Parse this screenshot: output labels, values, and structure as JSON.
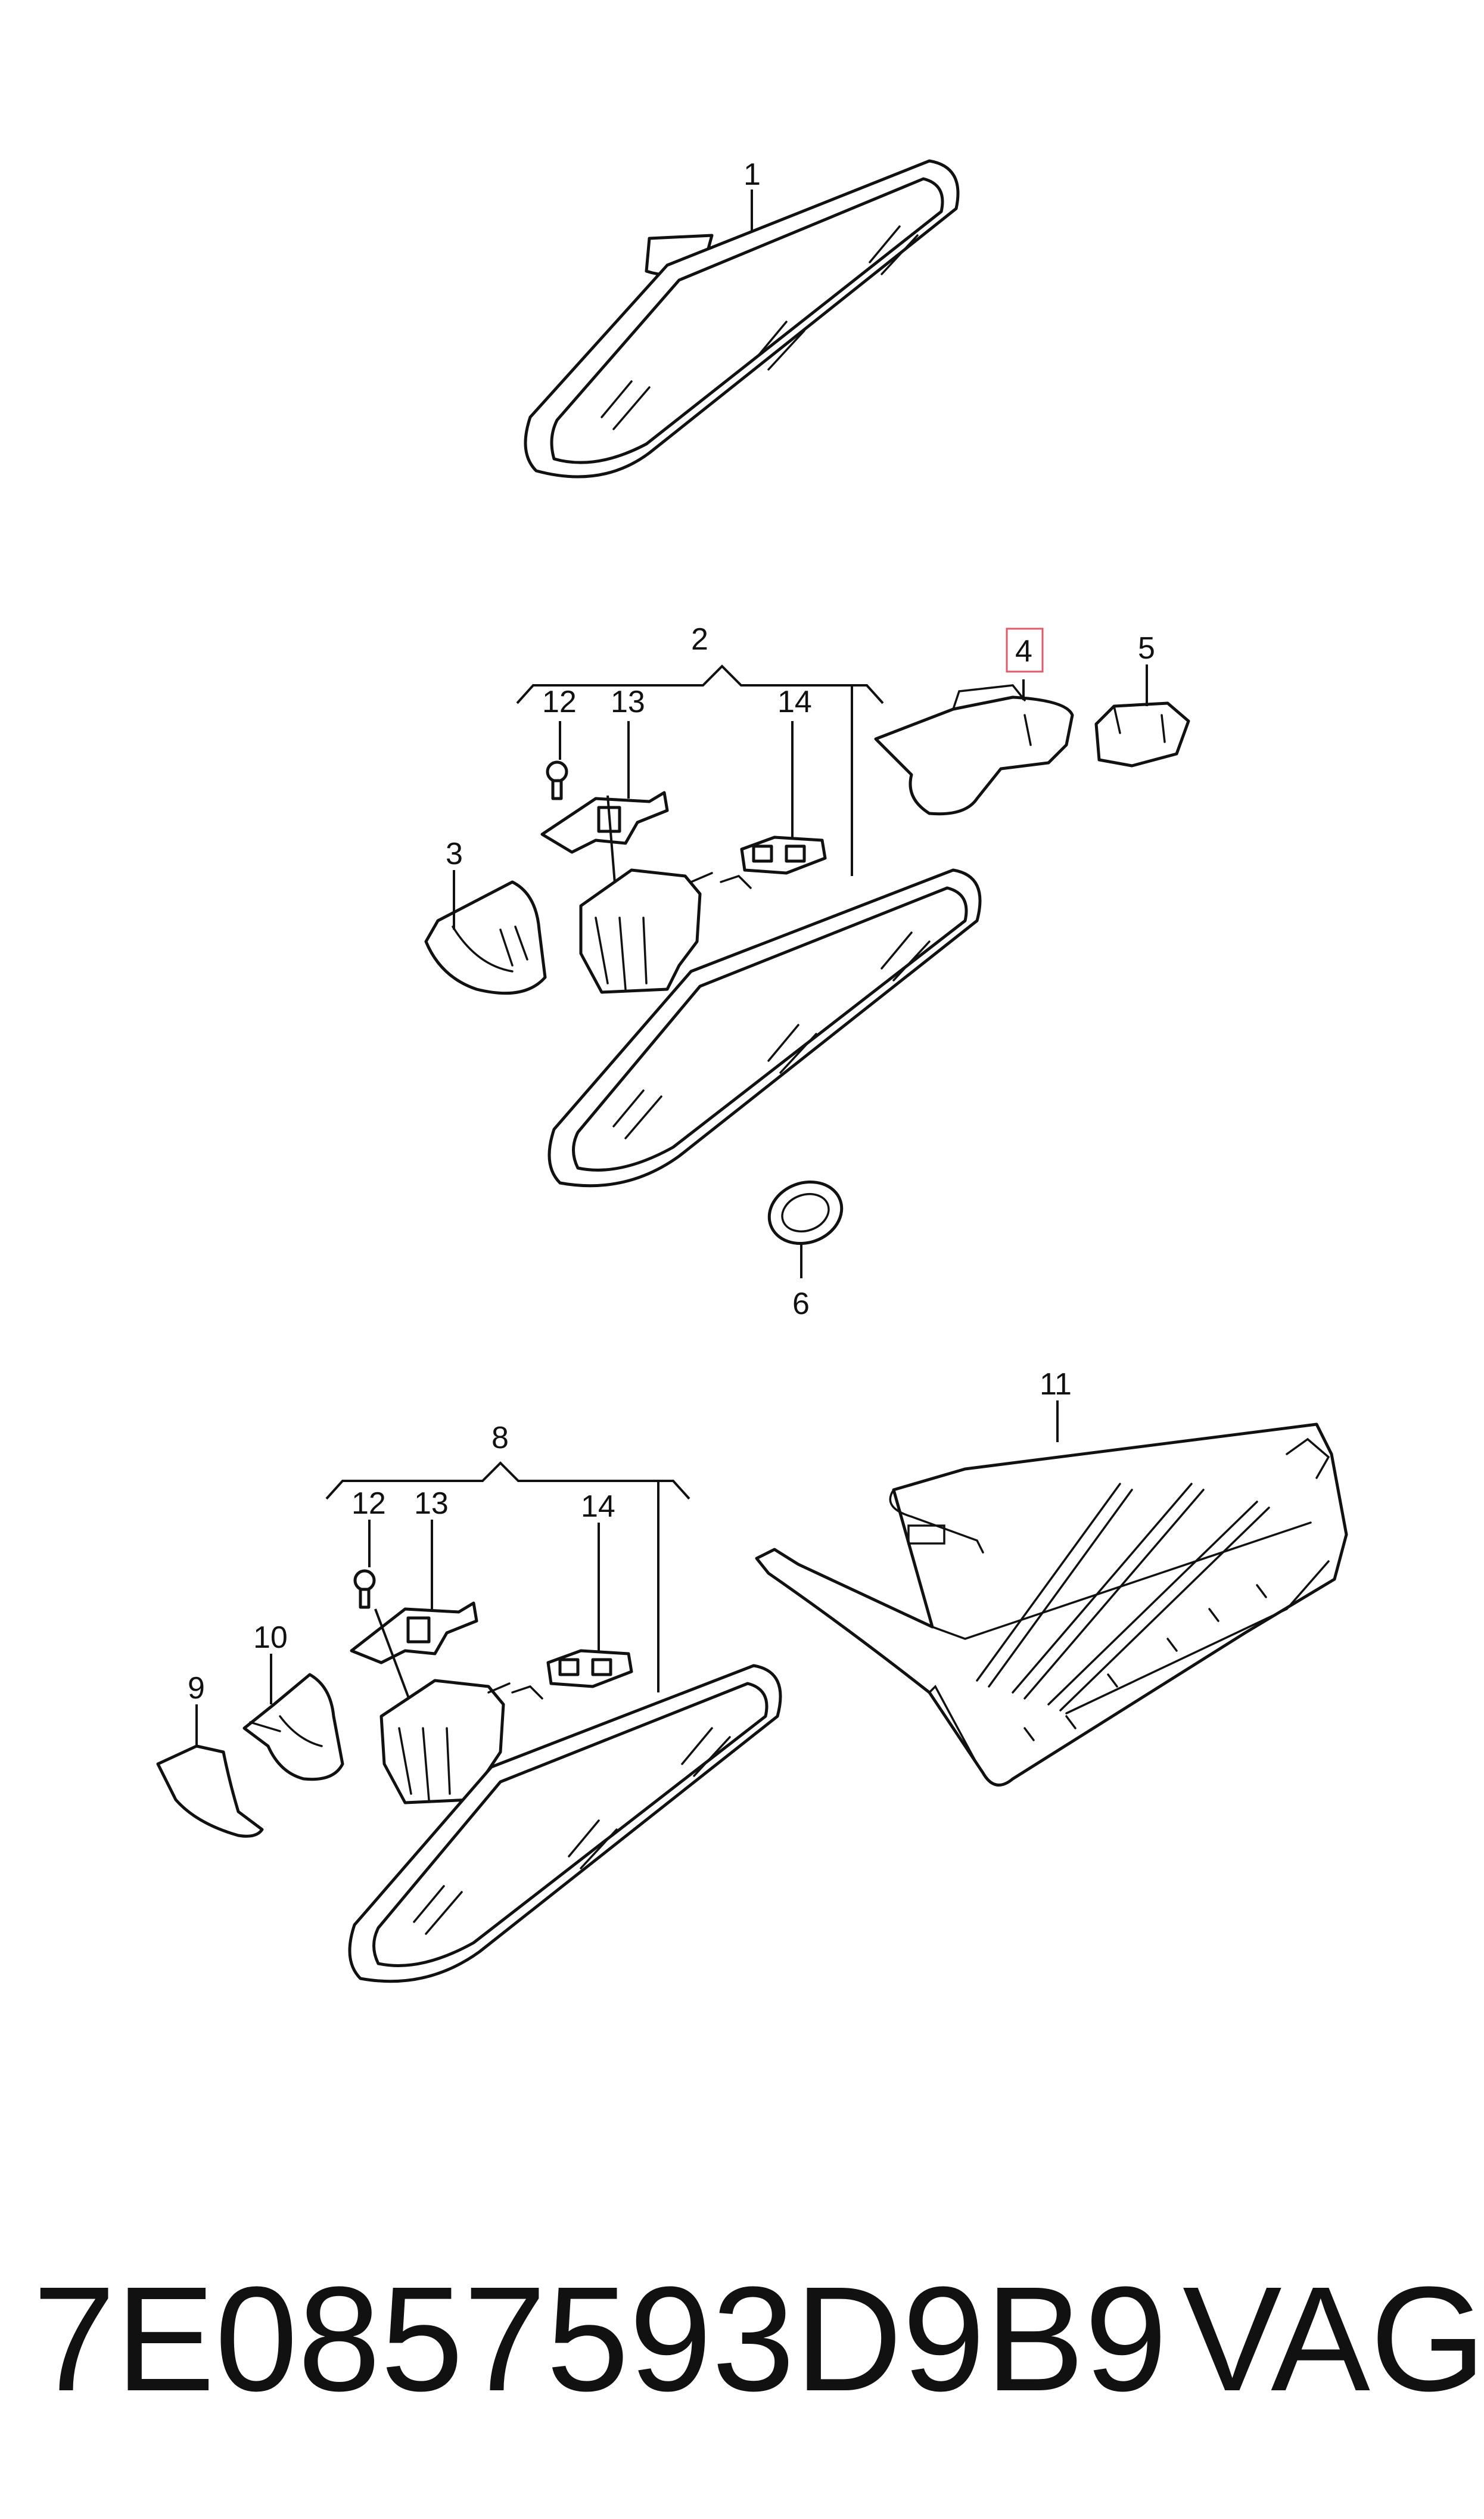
{
  "labels": {
    "l1": "1",
    "l2": "2",
    "l3": "3",
    "l4": "4",
    "l5": "5",
    "l6": "6",
    "l7_12": "12",
    "l7_13": "13",
    "l7_14": "14",
    "l8": "8",
    "l9": "9",
    "l10": "10",
    "l11": "11",
    "l8_12": "12",
    "l8_13": "13",
    "l8_14": "14"
  },
  "highlighted_label": "4",
  "highlight_color": "#e05a6a",
  "footer": {
    "part_number": "7E0857593D9B9",
    "brand": "VAG"
  }
}
